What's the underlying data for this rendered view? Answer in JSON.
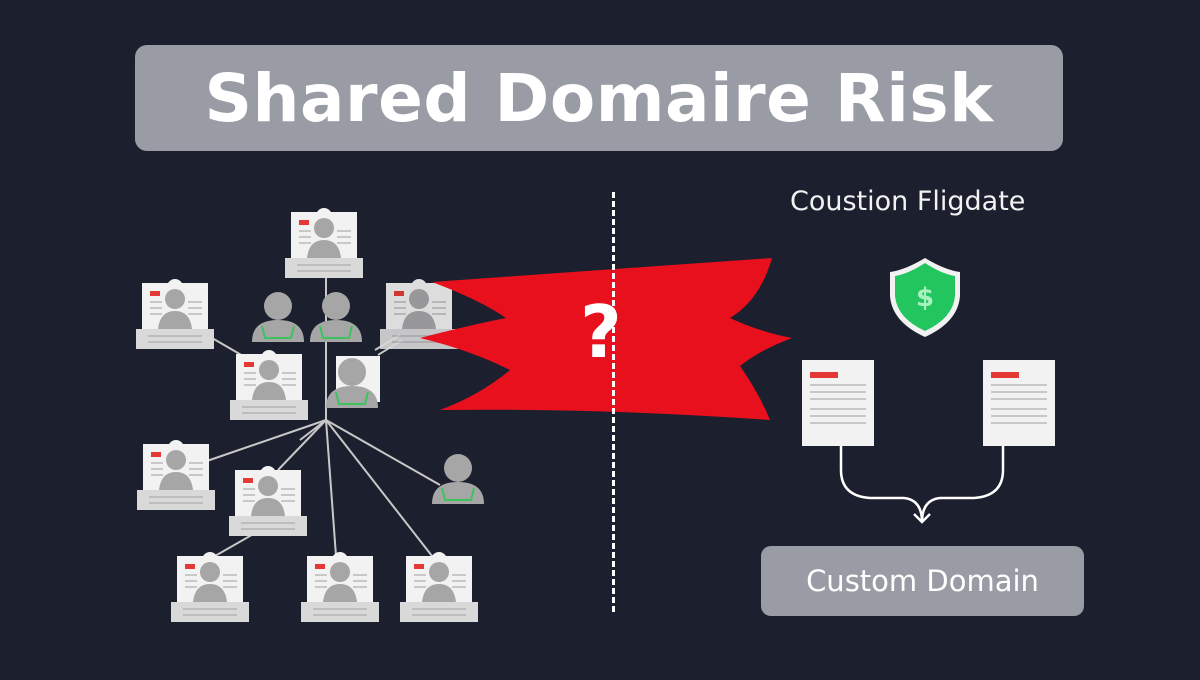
{
  "title": "Shared Domaire Risk",
  "right_panel": {
    "label": "Coustion Fligdate",
    "shield_symbol": "$",
    "destination_label": "Custom Domain"
  },
  "center": {
    "symbol": "?"
  },
  "colors": {
    "background": "#1c1f2e",
    "title_box": "#9a9ca5",
    "warning_red": "#e8101c",
    "shield_green": "#22c55e",
    "card": "#f2f2f2",
    "avatar": "#a6a6a6",
    "accent_red": "#e53935",
    "accent_green": "#3cc35b"
  },
  "nodes": {
    "profile_cards": 10,
    "people_icons": 4
  }
}
